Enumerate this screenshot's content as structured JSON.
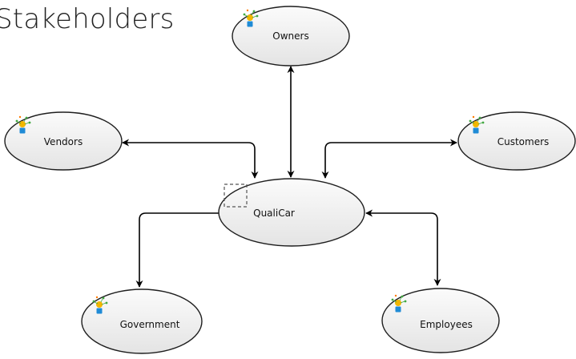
{
  "title": "Stakeholders",
  "nodes": {
    "owners": {
      "label": "Owners"
    },
    "vendors": {
      "label": "Vendors"
    },
    "customers": {
      "label": "Customers"
    },
    "qualicar": {
      "label": "QualiCar"
    },
    "government": {
      "label": "Government"
    },
    "employees": {
      "label": "Employees"
    }
  },
  "colors": {
    "node_fill_top": "#fbfbfb",
    "node_fill_bottom": "#e6e6e6",
    "node_stroke": "#1e1e1e",
    "arrow": "#000000",
    "actor_skin": "#f2b600",
    "actor_body": "#1f8bd6",
    "actor_tokens": "#3fa83f"
  }
}
